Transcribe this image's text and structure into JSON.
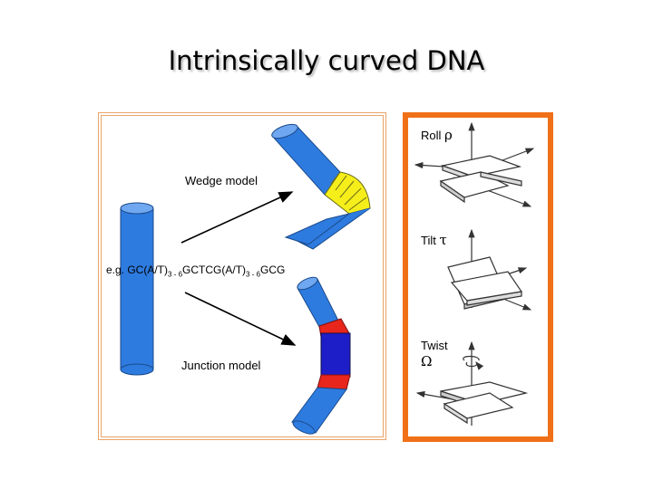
{
  "slide": {
    "title": "Intrinsically curved DNA"
  },
  "left": {
    "wedge_label": "Wedge model",
    "junction_label": "Junction model",
    "sequence": {
      "p1": "e.g. GC(A/T)",
      "s1": "3 - 6",
      "p2": "GCTCG(A/T)",
      "s2": "3 - 6",
      "p3": "GCG"
    }
  },
  "right": {
    "roll_label": "Roll",
    "roll_symbol": "ρ",
    "tilt_label": "Tilt",
    "tilt_symbol": "τ",
    "twist_label": "Twist",
    "twist_symbol": "Ω"
  },
  "colors": {
    "dna": "#2e7be0",
    "wedge": "#f5ee1a",
    "junction_red": "#e8261b",
    "junction_blue": "#1e1ec8",
    "border_orange": "#f07018"
  }
}
